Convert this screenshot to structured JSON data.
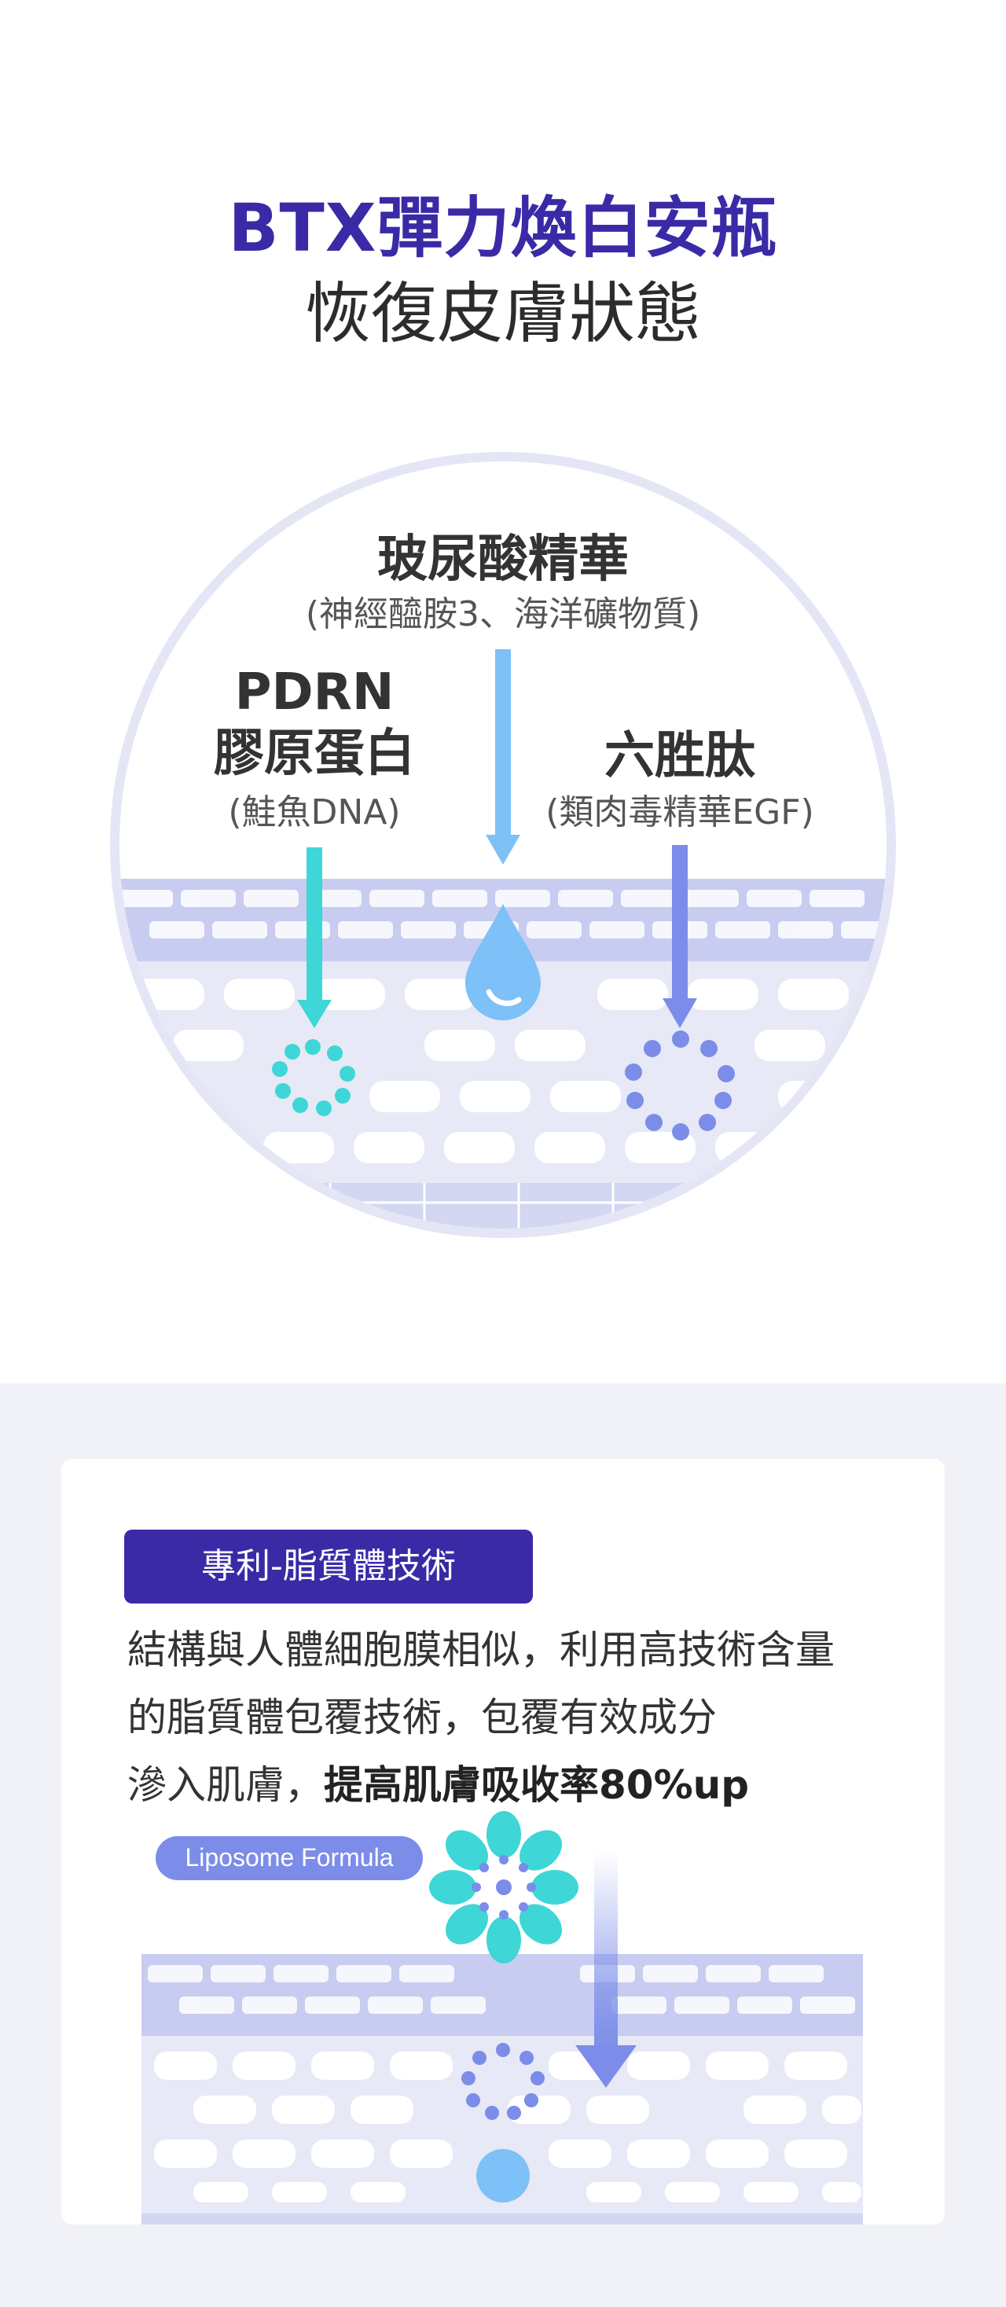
{
  "heading": {
    "line1": "BTX彈力煥白安瓶",
    "line2": "恢復皮膚狀態"
  },
  "ingredients": [
    {
      "title": "玻尿酸精華",
      "subtitle": "(神經醯胺3、海洋礦物質)"
    },
    {
      "title_line1": "PDRN",
      "title_line2": "膠原蛋白",
      "subtitle": "(鮭魚DNA)"
    },
    {
      "title": "六胜肽",
      "subtitle": "(類肉毒精華EGF)"
    }
  ],
  "liposome_card": {
    "badge": "專利-脂質體技術",
    "description_line1": "結構與人體細胞膜相似，利用高技術含量",
    "description_line2": "的脂質體包覆技術，包覆有效成分",
    "description_line3_plain": "滲入肌膚，",
    "description_line3_bold": "提高肌膚吸收率80%up",
    "tag": "Liposome Formula"
  },
  "colors": {
    "brand": "#3a2aa6",
    "cyan": "#3ed6d6",
    "blue": "#7ec0f8",
    "periwinkle": "#7b8de8",
    "skin": "#e7e9f6"
  }
}
